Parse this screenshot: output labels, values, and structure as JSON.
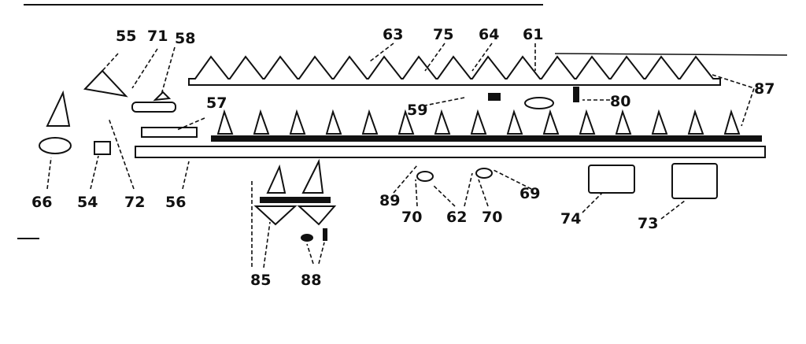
{
  "diagram": {
    "type": "exploded parts diagram",
    "colors": {
      "ink": "#111111",
      "paper": "#ffffff"
    },
    "callouts": {
      "c55": "55",
      "c71": "71",
      "c58": "58",
      "c63": "63",
      "c75": "75",
      "c64": "64",
      "c61": "61",
      "c87": "87",
      "c57": "57",
      "c59": "59",
      "c80": "80",
      "c66": "66",
      "c54": "54",
      "c72": "72",
      "c56": "56",
      "c89": "89",
      "c70a": "70",
      "c62": "62",
      "c70b": "70",
      "c69": "69",
      "c74": "74",
      "c73": "73",
      "c85": "85",
      "c88": "88"
    }
  }
}
